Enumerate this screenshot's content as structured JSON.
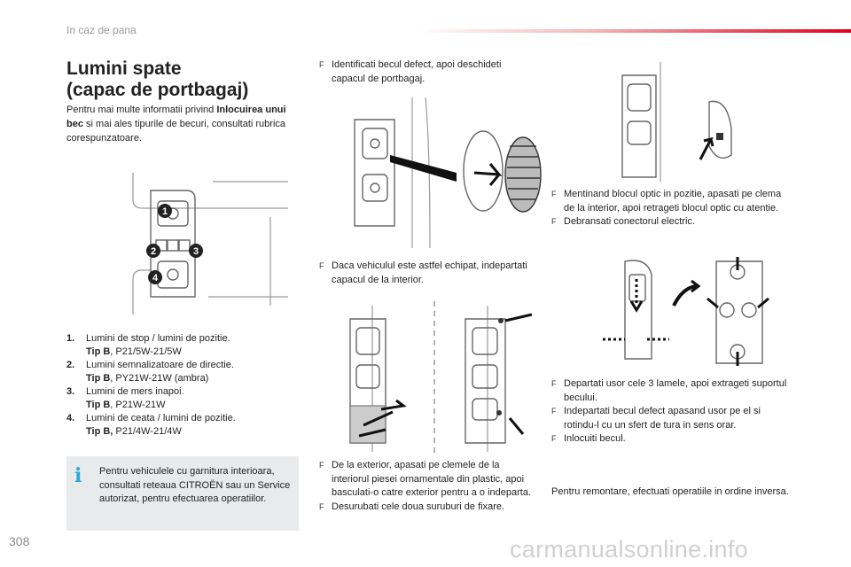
{
  "header": {
    "section": "In caz de pana"
  },
  "page": {
    "number": "308"
  },
  "title": {
    "line1": "Lumini spate",
    "line2": "(capac de portbagaj)"
  },
  "intro": {
    "prefix": "Pentru mai multe informatii privind ",
    "bold": "Inlocuirea unui bec",
    "suffix": " si mai ales tipurile de becuri, consultati rubrica corespunzatoare."
  },
  "callouts": [
    "1",
    "2",
    "3",
    "4"
  ],
  "parts": [
    {
      "num": "1.",
      "name": "Lumini de stop / lumini de pozitie.",
      "tip_label": "Tip B",
      "tip_value": ", P21/5W-21/5W"
    },
    {
      "num": "2.",
      "name": "Lumini semnalizatoare de directie.",
      "tip_label": "Tip B",
      "tip_value": ", PY21W-21W (ambra)"
    },
    {
      "num": "3.",
      "name": "Lumini de mers inapoi.",
      "tip_label": "Tip B",
      "tip_value": ", P21W-21W"
    },
    {
      "num": "4.",
      "name": "Lumini de ceata / lumini de pozitie.",
      "tip_label": "Tip B,",
      "tip_value": " P21/4W-21/4W"
    }
  ],
  "info": {
    "icon": "info-icon",
    "text": "Pentru vehiculele cu garnitura interioara, consultati reteaua CITROËN sau un Service autorizat, pentru efectuarea operatiilor."
  },
  "steps": {
    "bullet": "F",
    "col2_a": [
      "Identificati becul defect, apoi deschideti capacul de portbagaj."
    ],
    "col2_b": [
      "Daca vehiculul este astfel echipat, indepartati capacul de la interior."
    ],
    "col2_c": [
      "De la exterior, apasati pe clemele de la interiorul piesei ornamentale din plastic, apoi basculati-o catre exterior pentru a o indeparta.",
      "Desurubati cele doua suruburi de fixare."
    ],
    "col3_a": [
      "Mentinand blocul optic in pozitie, apasati pe clema de la interior, apoi retrageti blocul optic cu atentie.",
      "Debransati conectorul electric."
    ],
    "col3_b": [
      "Departati usor cele 3 lamele, apoi extrageti suportul becului.",
      "Indepartati becul defect apasand usor pe el si rotindu-l cu un sfert de tura in sens orar.",
      "Inlocuiti becul."
    ]
  },
  "closing": "Pentru remontare, efectuati operatiile in ordine inversa.",
  "watermark": "carmanualsonline.info",
  "colors": {
    "accent_red": "#e0001b",
    "info_blue": "#2aa8d8",
    "box_grey": "#e8eaec"
  }
}
